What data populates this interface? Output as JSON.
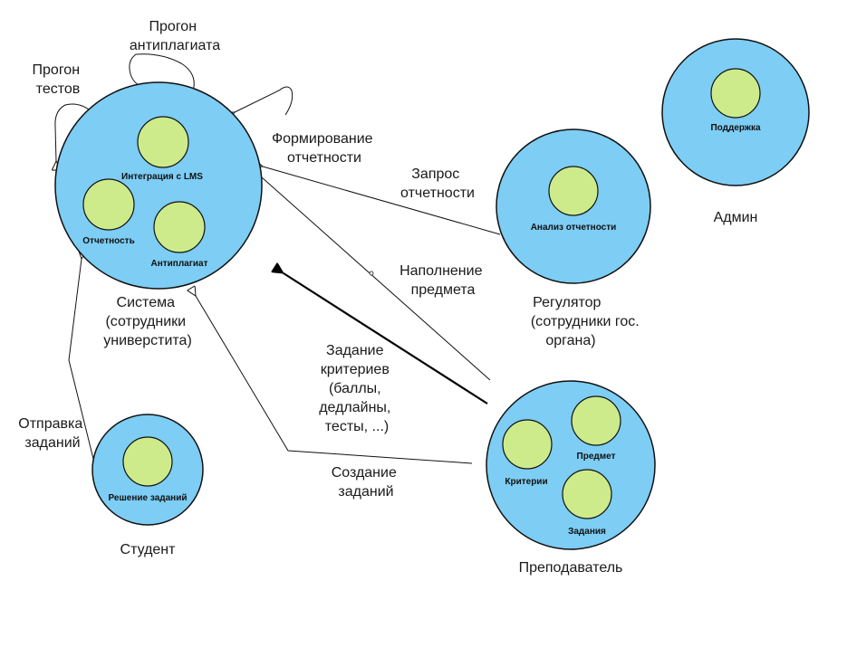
{
  "colors": {
    "actor_fill": "#7dcdf4",
    "process_fill": "#cdeb8b",
    "stroke": "#111111"
  },
  "actors": {
    "system": {
      "label": [
        "Система",
        "(сотрудники",
        "универстита)"
      ],
      "processes": [
        "Интеграция с LMS",
        "Отчетность",
        "Антиплагиат"
      ]
    },
    "regulator": {
      "label": [
        "Регулятор",
        "(сотрудники гос.",
        "органа)"
      ],
      "processes": [
        "Анализ отчетности"
      ]
    },
    "admin": {
      "label": [
        "Админ"
      ],
      "processes": [
        "Поддержка"
      ]
    },
    "student": {
      "label": [
        "Студент"
      ],
      "processes": [
        "Решение заданий"
      ]
    },
    "teacher": {
      "label": [
        "Преподаватель"
      ],
      "processes": [
        "Критерии",
        "Предмет",
        "Задания"
      ]
    }
  },
  "flows": {
    "run_antiplagiat": [
      "Прогон",
      "антиплагиата"
    ],
    "run_tests": [
      "Прогон",
      "тестов"
    ],
    "form_reports": [
      "Формирование",
      "отчетности"
    ],
    "request_reports": [
      "Запрос",
      "отчетности"
    ],
    "fill_subject": [
      "Наполнение",
      "предмета"
    ],
    "set_criteria": [
      "Задание",
      "критериев",
      "(баллы,",
      "дедлайны,",
      "тесты, ...)"
    ],
    "create_tasks": [
      "Создание",
      "заданий"
    ],
    "submit_tasks": [
      "Отправка",
      "заданий"
    ]
  }
}
